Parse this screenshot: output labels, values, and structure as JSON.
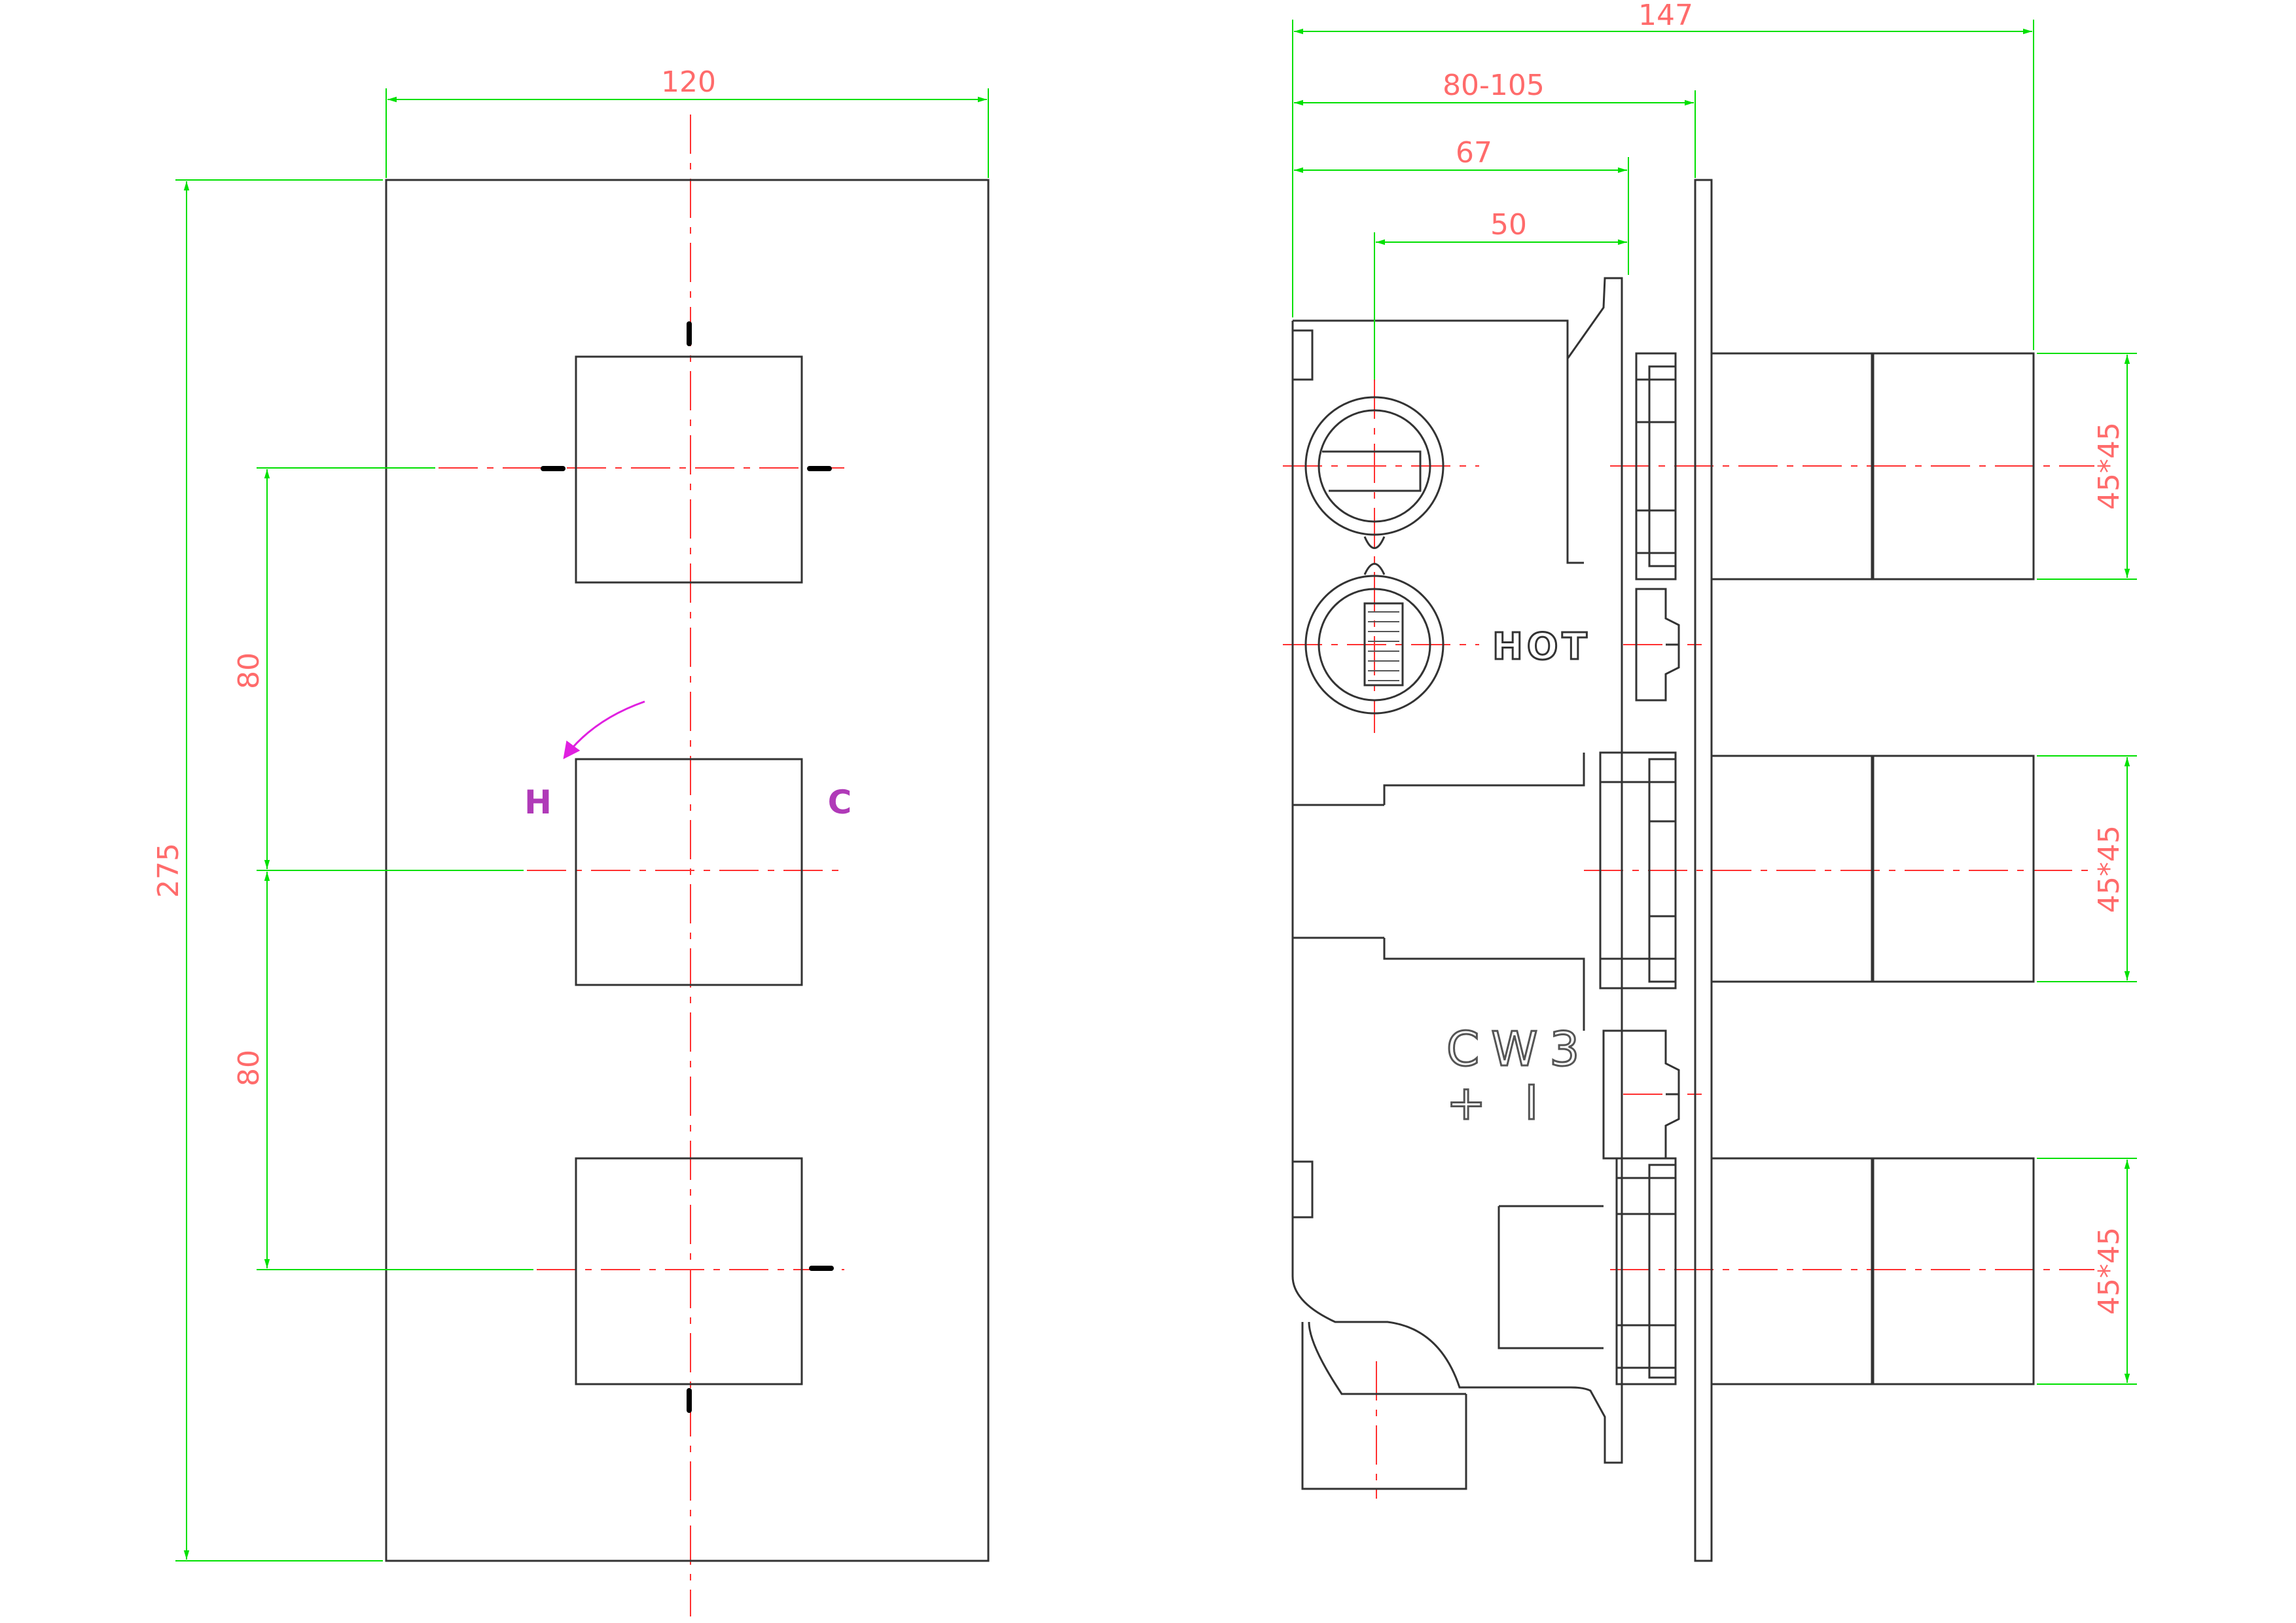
{
  "colors": {
    "outline": "#333333",
    "dimension_line": "#00e000",
    "dimension_text": "#ff6b6b",
    "centerline": "#ff3030",
    "marking": "#b03ab8",
    "tick": "#000000"
  },
  "front_view": {
    "width_label": "120",
    "height_label": "275",
    "spacing_top_label": "80",
    "spacing_bottom_label": "80",
    "hot_label": "H",
    "cold_label": "C"
  },
  "side_view": {
    "overall_depth_label": "147",
    "adjustable_depth_label": "80-105",
    "depth_67_label": "67",
    "depth_50_label": "50",
    "handle_top_label": "45*45",
    "handle_middle_label": "45*45",
    "handle_bottom_label": "45*45",
    "hot_marking": "HOT",
    "model_marking": "CW3",
    "plus_minus_marking": "+ I"
  }
}
